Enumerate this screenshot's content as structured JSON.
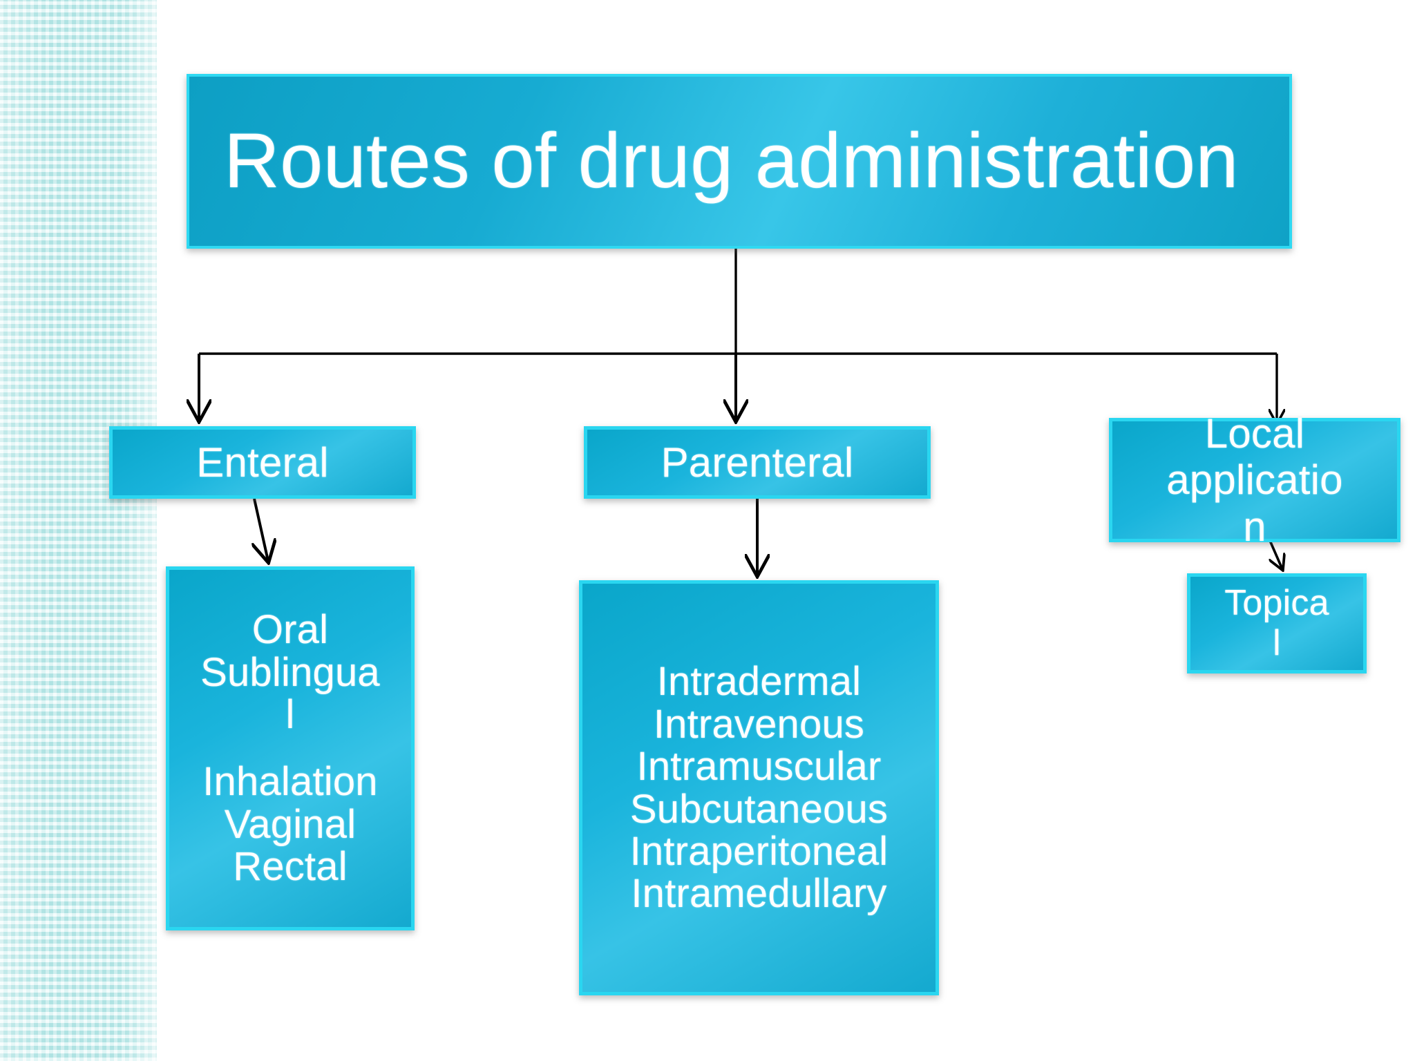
{
  "slide": {
    "background_color": "#ffffff",
    "sidebar_color": "#cdf2f2",
    "node_fill_color": "#1ab4dc",
    "node_border_color": "#2ad6f0",
    "text_color": "#ffffff",
    "connector_color": "#000000"
  },
  "title": {
    "text": "Routes of drug administration"
  },
  "level1": {
    "enteral": {
      "label": "Enteral"
    },
    "parenteral": {
      "label": "Parenteral"
    },
    "local": {
      "label": "Local application",
      "line1": "Local",
      "line2": "applicatio",
      "line3": "n"
    }
  },
  "level2": {
    "enteral_routes": {
      "lines": [
        "Oral",
        "Sublingua",
        "l",
        "",
        "Inhalation",
        "Vaginal",
        "Rectal"
      ],
      "routes": [
        "Oral",
        "Sublingual",
        "Inhalation",
        "Vaginal",
        "Rectal"
      ]
    },
    "parenteral_routes": {
      "lines": [
        "Intradermal",
        "Intravenous",
        "Intramuscular",
        "Subcutaneous",
        "Intraperitoneal",
        "Intramedullary"
      ]
    },
    "topical": {
      "label": "Topical",
      "line1": "Topica",
      "line2": "l"
    }
  },
  "connectors": {
    "from_title": "Routes of drug administration",
    "branches": [
      "Enteral",
      "Parenteral",
      "Local application"
    ],
    "sub_branches": [
      "Enteral routes",
      "Parenteral routes",
      "Topical"
    ]
  }
}
